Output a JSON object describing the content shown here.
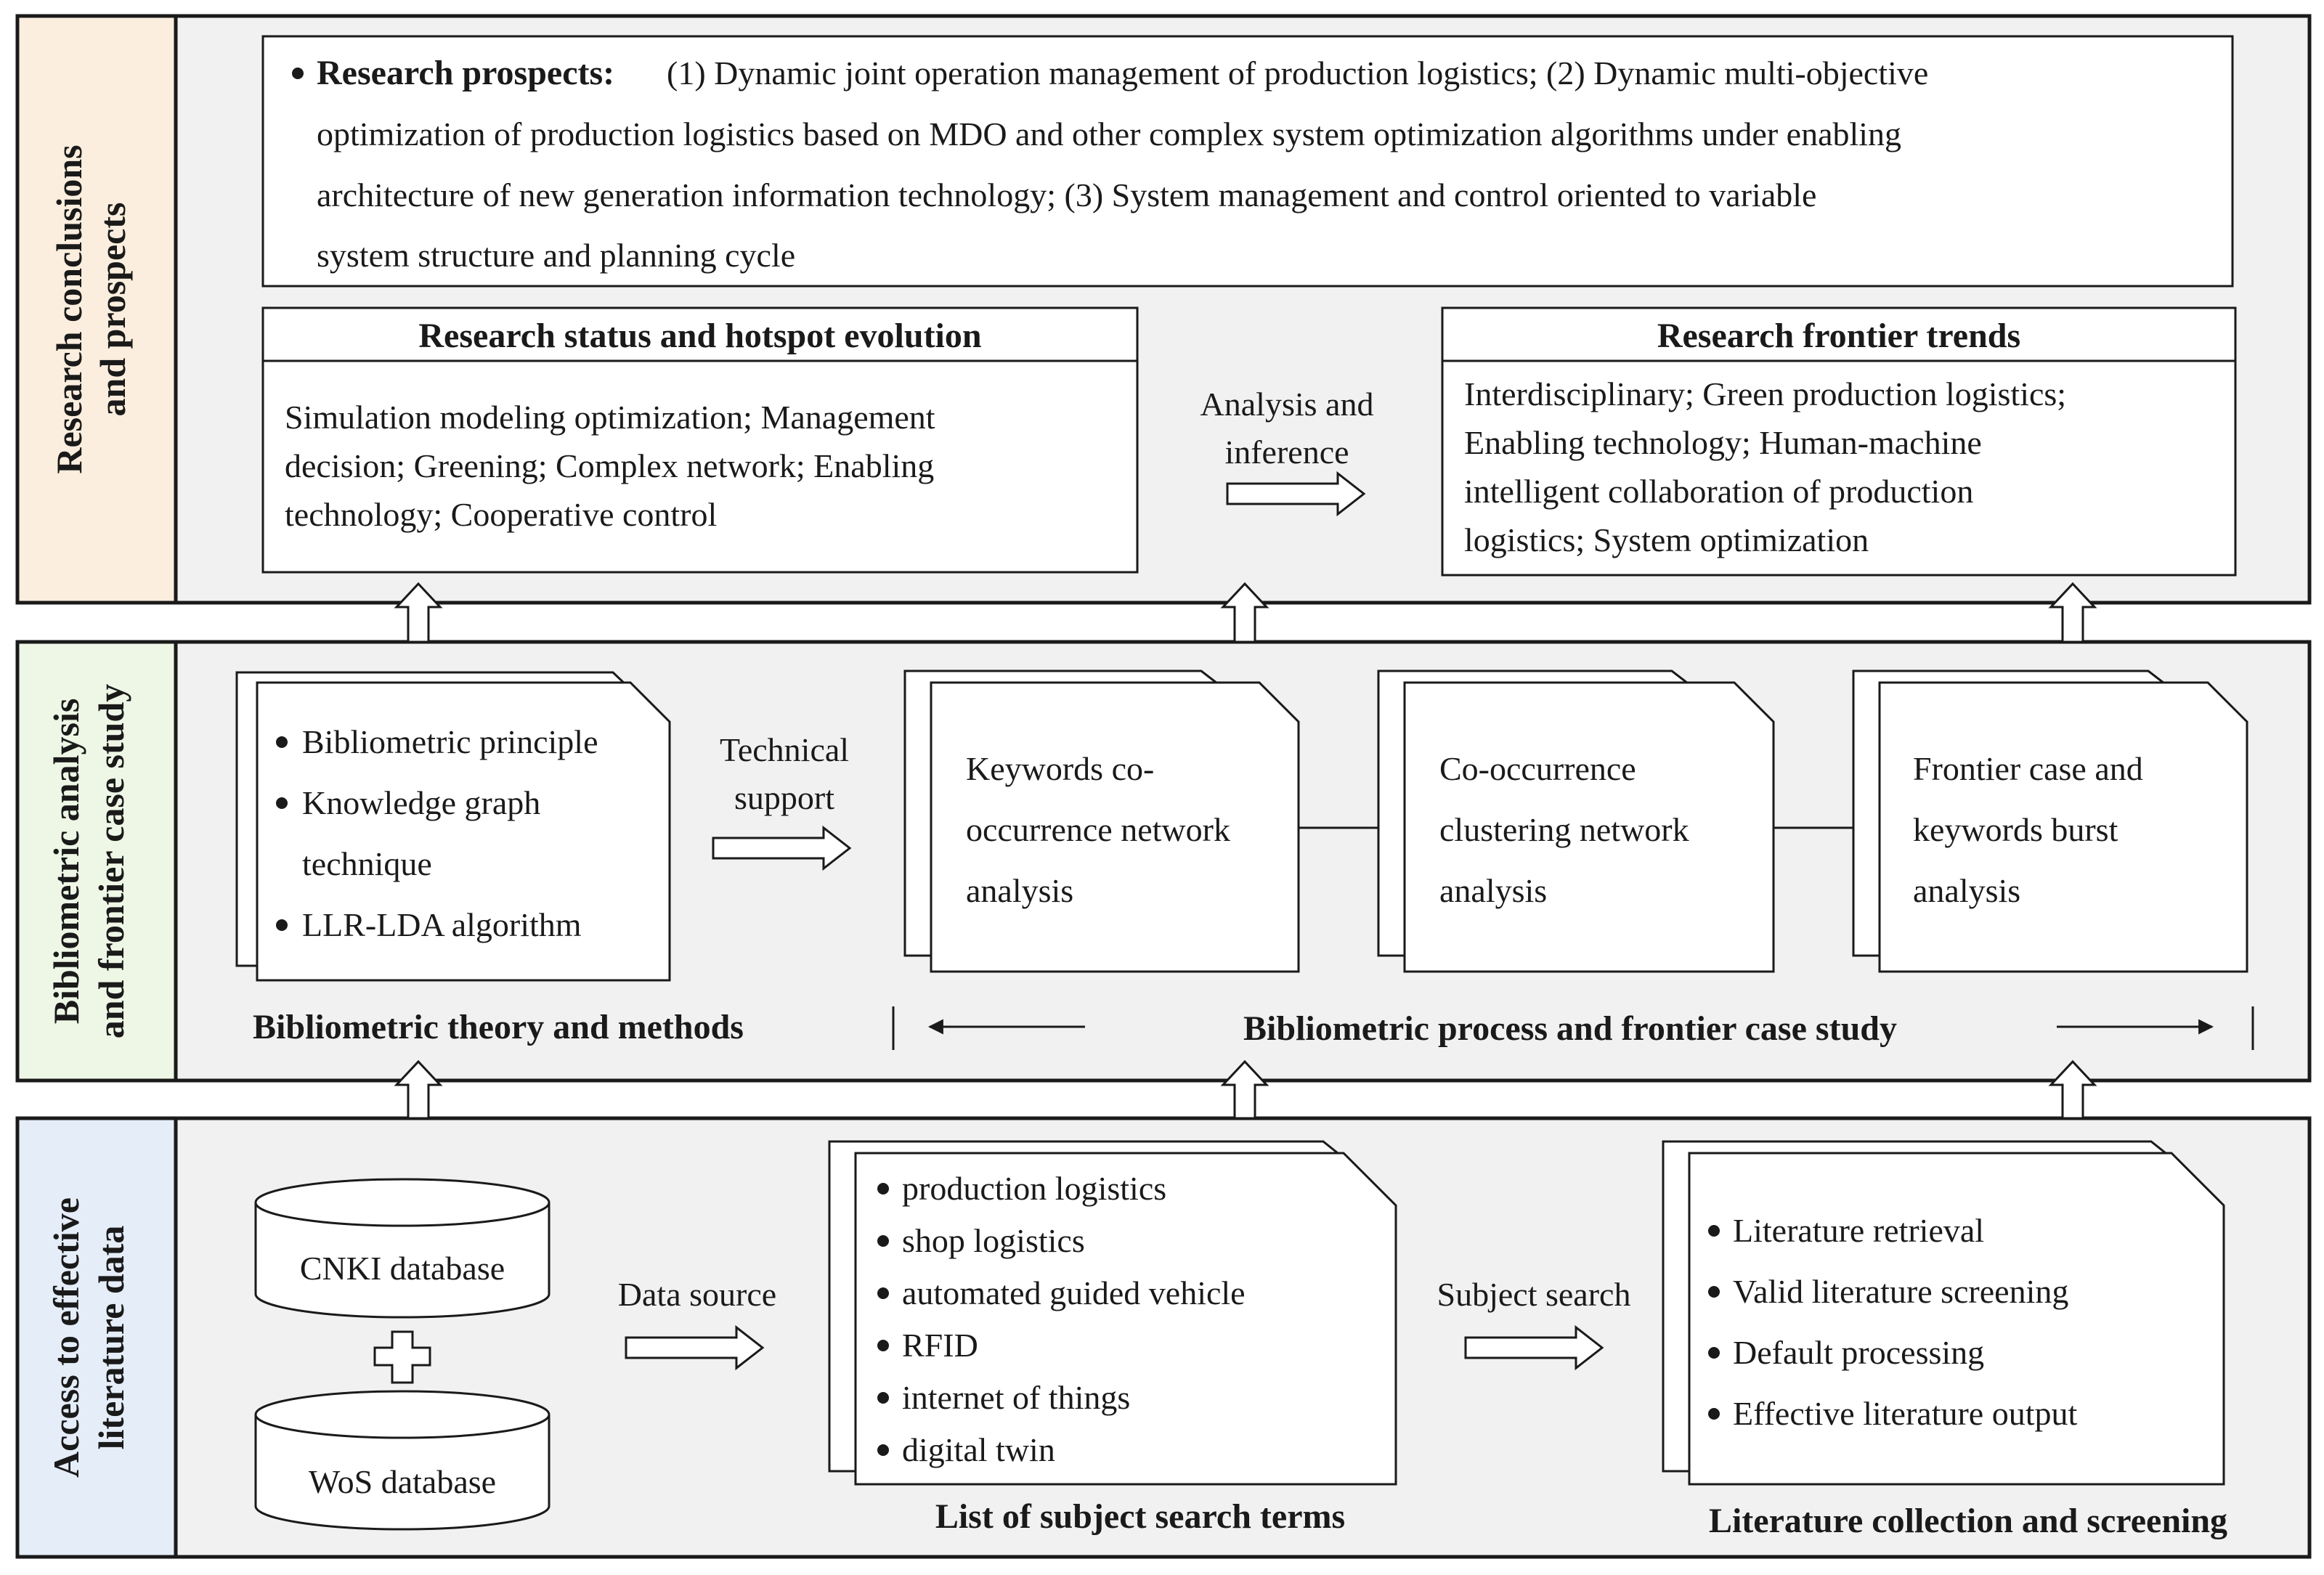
{
  "lanes": {
    "top": {
      "label_1": "Research conclusions",
      "label_2": "and prospects",
      "color": "#fbeede"
    },
    "middle": {
      "label_1": "Bibliometric analysis",
      "label_2": "and frontier case study",
      "color": "#eef7e6"
    },
    "bottom": {
      "label_1": "Access to effective",
      "label_2": "literature data",
      "color": "#e5edf9"
    }
  },
  "prospects": {
    "heading": "Research prospects:",
    "line_1": "(1) Dynamic joint operation management of production logistics; (2) Dynamic multi-objective",
    "line_2": "optimization of production logistics based on MDO and other complex system optimization algorithms under enabling",
    "line_3": "architecture of new generation information technology; (3) System management and control oriented to variable",
    "line_4": "system structure and planning cycle"
  },
  "status": {
    "title": "Research status and hotspot evolution",
    "lines": [
      "Simulation modeling optimization; Management",
      "decision; Greening; Complex network; Enabling",
      "technology; Cooperative control"
    ]
  },
  "analysis_arrow": {
    "line_1": "Analysis and",
    "line_2": "inference"
  },
  "frontier": {
    "title": "Research frontier trends",
    "lines": [
      "Interdisciplinary; Green production logistics;",
      "Enabling technology; Human-machine",
      "intelligent collaboration of production",
      "logistics; System optimization"
    ]
  },
  "theory": {
    "items": [
      "Bibliometric principle",
      "Knowledge graph",
      "technique",
      "LLR-LDA algorithm"
    ],
    "caption": "Bibliometric theory and methods"
  },
  "tech_support": {
    "line_1": "Technical",
    "line_2": "support"
  },
  "process": {
    "keywords": [
      "Keywords co-",
      "occurrence network",
      "analysis"
    ],
    "clustering": [
      "Co-occurrence",
      "clustering network",
      "analysis"
    ],
    "burst": [
      "Frontier case and",
      "keywords burst",
      "analysis"
    ],
    "caption": "Bibliometric process and frontier case study"
  },
  "databases": {
    "cnki": "CNKI database",
    "wos": "WoS database"
  },
  "data_source": "Data source",
  "terms": {
    "items": [
      "production logistics",
      "shop logistics",
      "automated guided vehicle",
      "RFID",
      "internet of things",
      "digital twin"
    ],
    "caption": "List of subject search terms"
  },
  "subject_search": "Subject search",
  "screening": {
    "items": [
      "Literature retrieval",
      "Valid literature screening",
      "Default processing",
      "Effective literature output"
    ],
    "caption": "Literature collection and screening"
  }
}
